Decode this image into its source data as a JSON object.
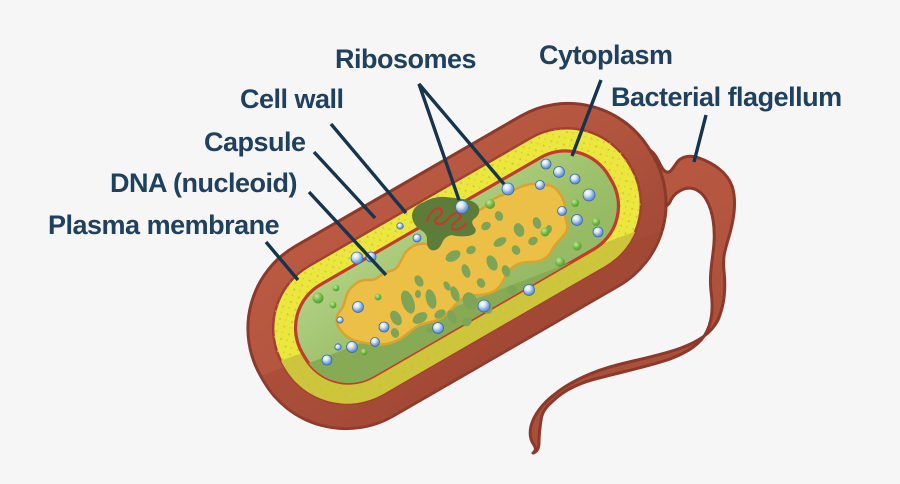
{
  "figure": {
    "type": "biology-diagram",
    "subject": "Prokaryotic bacterial cell with labeled structures"
  },
  "background": "#f6f6f6",
  "labels": {
    "ribosomes": "Ribosomes",
    "cytoplasm": "Cytoplasm",
    "bacterial_flagellum": "Bacterial flagellum",
    "cell_wall": "Cell wall",
    "capsule": "Capsule",
    "dna_nucleoid": "DNA (nucleoid)",
    "plasma_membrane": "Plasma membrane"
  },
  "colors": {
    "label_text": "#20405f",
    "pointer_line": "#16344e",
    "capsule": "#b2553f",
    "capsule_outline": "#8a392a",
    "cell_wall": "#ece73f",
    "cell_wall_shaded": "#cdc53b",
    "plasma_membrane": "#c23b2b",
    "cytoplasm_light": "#a4c573",
    "cytoplasm_shaded": "#87aa54",
    "nucleoid": "#ecbf47",
    "nucleoid_outline": "#dba32e",
    "ribosome_blue": "#5b8ed3",
    "granule_green": "#55a339",
    "plasmid_blob": "#5d7c3a",
    "flagellum": "#b2553f"
  }
}
